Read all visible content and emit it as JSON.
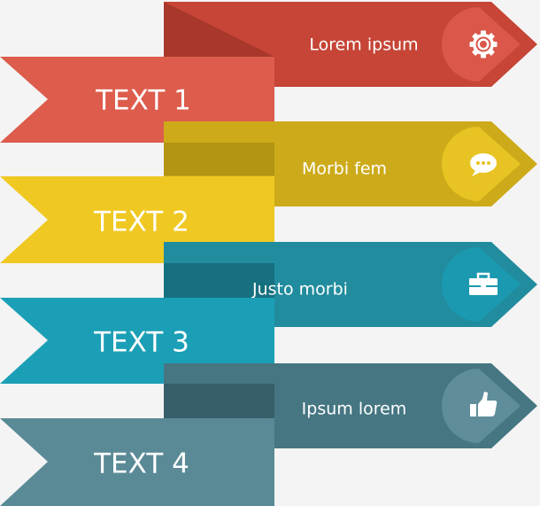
{
  "steps": [
    {
      "ribbon_label": "TEXT 1",
      "arrow_label": "Lorem ipsum",
      "icon": "gear-icon",
      "colors": {
        "ribbon": "#dd5c4c",
        "arrow": "#c64536",
        "shadow": "#a9372b",
        "icon_bg": "#da574a"
      }
    },
    {
      "ribbon_label": "TEXT 2",
      "arrow_label": "Morbi fem",
      "icon": "chat-bubble-icon",
      "colors": {
        "ribbon": "#efc822",
        "arrow": "#cdaa19",
        "shadow": "#b39413",
        "icon_bg": "#e7c423"
      }
    },
    {
      "ribbon_label": "TEXT 3",
      "arrow_label": "Justo morbi",
      "icon": "briefcase-icon",
      "colors": {
        "ribbon": "#1b9fb6",
        "arrow": "#218c9e",
        "shadow": "#16707f",
        "icon_bg": "#1b99b0"
      }
    },
    {
      "ribbon_label": "TEXT 4",
      "arrow_label": "Ipsum lorem",
      "icon": "thumbs-up-icon",
      "colors": {
        "ribbon": "#5a8a96",
        "arrow": "#457682",
        "shadow": "#375f69",
        "icon_bg": "#5f8e9a"
      }
    }
  ]
}
